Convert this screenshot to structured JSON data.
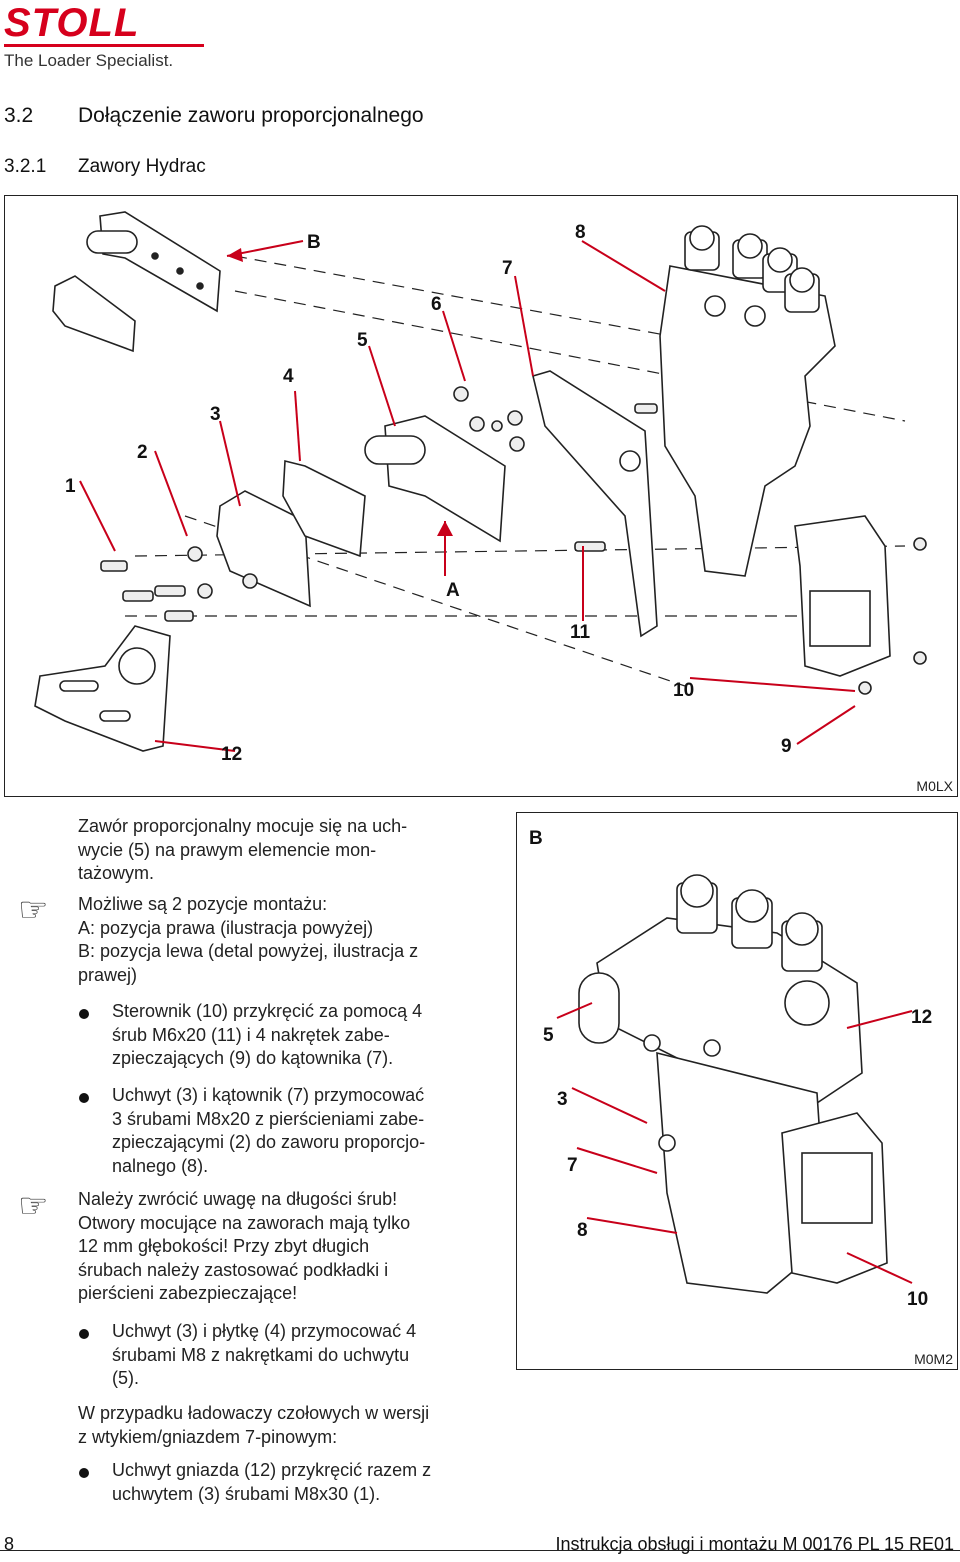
{
  "header": {
    "logo_text": "STOLL",
    "tagline": "The Loader Specialist."
  },
  "headings": {
    "section_num": "3.2",
    "section_title": "Dołączenie zaworu proporcjonalnego",
    "subsection_num": "3.2.1",
    "subsection_title": "Zawory Hydrac"
  },
  "figure_main": {
    "code": "M0LX",
    "callouts": [
      "1",
      "2",
      "3",
      "4",
      "5",
      "6",
      "7",
      "8",
      "B",
      "A",
      "11",
      "10",
      "12",
      "9"
    ]
  },
  "figure_detail": {
    "code": "M0M2",
    "callouts": [
      "B",
      "5",
      "12",
      "3",
      "7",
      "8",
      "10"
    ]
  },
  "body": {
    "intro": [
      "Zawór proporcjonalny mocuje się na uch-",
      "wycie (5) na prawym elemencie mon-",
      "tażowym."
    ],
    "note1": [
      "Możliwe są 2 pozycje montażu:",
      "A: pozycja prawa (ilustracja powyżej)",
      "B: pozycja lewa (detal powyżej, ilustracja z",
      "prawej)"
    ],
    "bullets1": [
      [
        "Sterownik (10) przykręcić za pomocą 4",
        "śrub M6x20 (11) i 4 nakrętek zabe-",
        "zpieczających (9) do kątownika (7)."
      ],
      [
        "Uchwyt (3) i kątownik (7) przymocować",
        "3 śrubami M8x20 z pierścieniami zabe-",
        "zpieczającymi (2) do zaworu proporcjo-",
        "nalnego (8)."
      ]
    ],
    "note2": [
      "Należy zwrócić uwagę na długości śrub!",
      "Otwory mocujące na zaworach mają tylko",
      "12 mm głębokości! Przy zbyt długich",
      "śrubach należy zastosować podkładki i",
      "pierścieni zabezpieczające!"
    ],
    "bullets2": [
      [
        "Uchwyt (3) i płytkę (4) przymocować 4",
        "śrubami M8 z nakrętkami do uchwytu",
        "(5)."
      ]
    ],
    "para2": [
      "W przypadku ładowaczy czołowych w wersji",
      "z wtykiem/gniazdem 7-pinowym:"
    ],
    "bullets3": [
      [
        "Uchwyt gniazda (12) przykręcić razem z",
        "uchwytem (3) śrubami M8x30 (1)."
      ]
    ]
  },
  "footer": {
    "page": "8",
    "doc": "Instrukcja obsługi i montażu M 00176 PL 15 RE01"
  }
}
